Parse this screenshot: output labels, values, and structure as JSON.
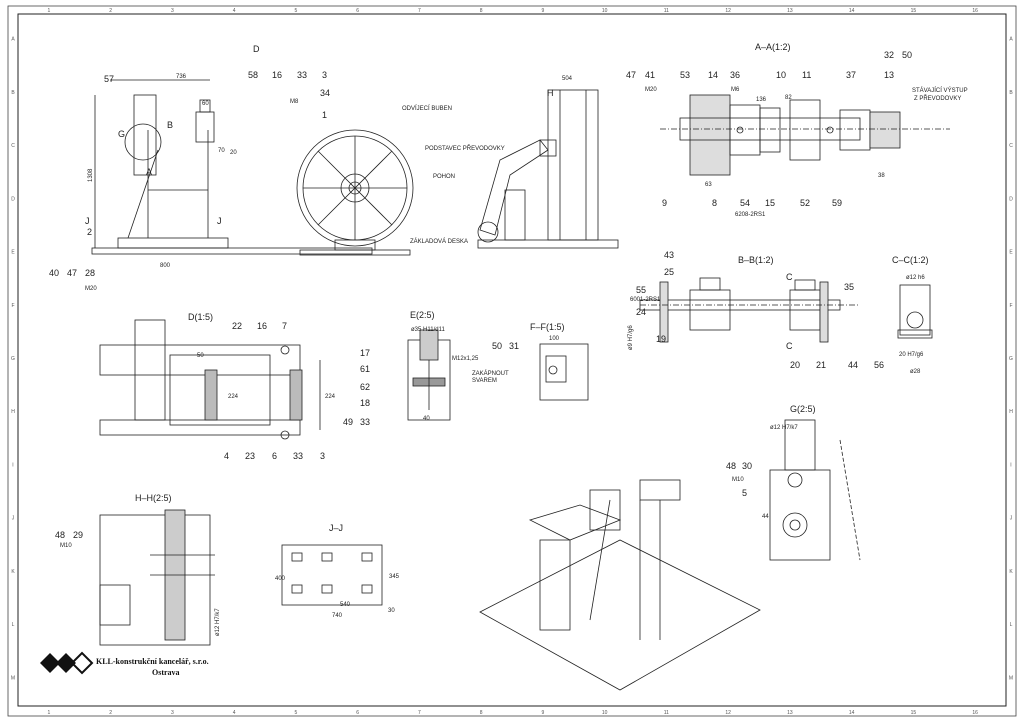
{
  "company": {
    "name": "KLL-konstrukční kancelář, s.r.o.",
    "city": "Ostrava"
  },
  "zones_top": [
    "1",
    "2",
    "3",
    "4",
    "5",
    "6",
    "7",
    "8",
    "9",
    "10",
    "11",
    "12",
    "13",
    "14",
    "15",
    "16"
  ],
  "zones_side": [
    "A",
    "B",
    "C",
    "D",
    "E",
    "F",
    "G",
    "H",
    "I",
    "J",
    "K",
    "L",
    "M"
  ],
  "views": {
    "aa": "A–A(1:2)",
    "bb": "B–B(1:2)",
    "cc": "C–C(1:2)",
    "d": "D(1:5)",
    "e": "E(2:5)",
    "ff": "F–F(1:5)",
    "g": "G(2:5)",
    "hh": "H–H(2:5)",
    "jj": "J–J",
    "d_arrow": "D"
  },
  "annotations": {
    "odvijeci_buben": "ODVÍJECÍ BUBEN",
    "podstavec": "PODSTAVEC PŘEVODOVKY",
    "pohon": "POHON",
    "zakladova": "ZÁKLADOVÁ DESKA",
    "stavajici": "STÁVAJÍCÍ VÝSTUP",
    "z_prevodovky": "Z PŘEVODOVKY",
    "zakapnout": "ZAKÁPNOUT",
    "svarem": "SVAREM"
  },
  "dims": {
    "d736": "736",
    "d1308": "1308",
    "d800": "800",
    "d504": "504",
    "d60": "60",
    "d70": "70",
    "d20": "20",
    "d63": "63",
    "d82": "82",
    "d38": "38",
    "d136": "136",
    "d50": "50",
    "d224a": "224",
    "d224b": "224",
    "d100": "100",
    "d40": "40",
    "d540": "540",
    "d740": "740",
    "d400": "400",
    "d30": "30",
    "d345": "345",
    "d44": "44",
    "d28": "ø28",
    "m20a": "M20",
    "m20b": "M20",
    "m8": "M8",
    "m6": "M6",
    "m10a": "M10",
    "m10b": "M10",
    "h35": "ø35 H11/d11",
    "m12": "M12x1,25",
    "b6208": "6208-2RS1",
    "b6001": "6001-2RS1",
    "h12a": "ø12 H7/k7",
    "h12b": "ø12 h6",
    "h20": "20 H7/g6",
    "h9": "ø9 H7/g6",
    "h12c": "ø12 H7/k7"
  },
  "numbers": {
    "n57": "57",
    "n58": "58",
    "n16": "16",
    "n33": "33",
    "n3": "3",
    "n34": "34",
    "n1": "1",
    "n2": "2",
    "n40": "40",
    "n47": "47",
    "n28": "28",
    "a47": "47",
    "a41": "41",
    "a53": "53",
    "a14": "14",
    "a36": "36",
    "a10": "10",
    "a11": "11",
    "a37": "37",
    "a32": "32",
    "a50": "50",
    "a13": "13",
    "a9": "9",
    "a8": "8",
    "a54": "54",
    "a15": "15",
    "a52": "52",
    "a59": "59",
    "b43": "43",
    "b25": "25",
    "b55": "55",
    "b24": "24",
    "b19": "19",
    "b20": "20",
    "b21": "21",
    "b44": "44",
    "b56": "56",
    "b35": "35",
    "d22": "22",
    "d16": "16",
    "d7": "7",
    "d4": "4",
    "d23": "23",
    "d6": "6",
    "d33": "33",
    "d3": "3",
    "e17": "17",
    "e61": "61",
    "e62": "62",
    "e18": "18",
    "e49": "49",
    "e33": "33",
    "f50": "50",
    "f31": "31",
    "g48": "48",
    "g30": "30",
    "g5": "5",
    "h48": "48",
    "h29": "29",
    "cJ": "J",
    "cB": "B",
    "cG": "G",
    "cA": "A",
    "cH": "H",
    "cC": "C"
  }
}
